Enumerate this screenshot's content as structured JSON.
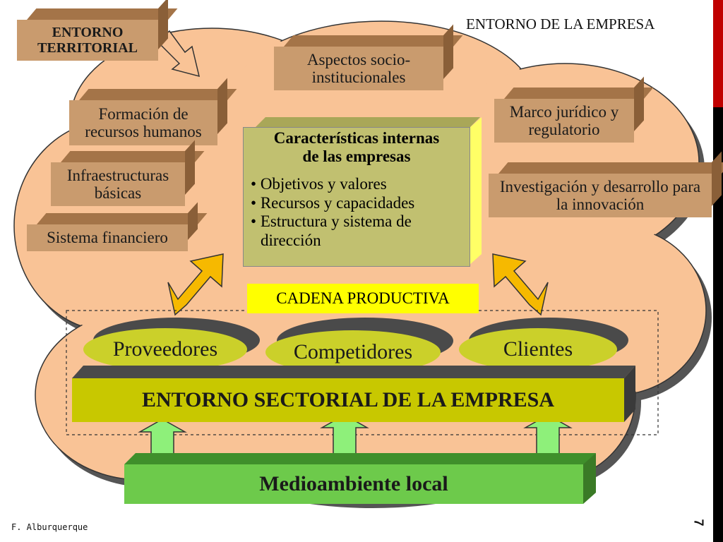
{
  "header": {
    "title": "ENTORNO DE LA EMPRESA"
  },
  "boxes": {
    "territorial": "ENTORNO TERRITORIAL",
    "aspectos": "Aspectos socio-institucionales",
    "formacion": "Formación de recursos humanos",
    "marco": "Marco jurídico y regulatorio",
    "infraestructuras": "Infraestructuras básicas",
    "investigacion": "Investigación y desarrollo para la innovación",
    "sistema": "Sistema financiero"
  },
  "center": {
    "title": "Características internas de las empresas",
    "bullets": [
      "Objetivos y valores",
      "Recursos y capacidades",
      "Estructura y sistema de dirección"
    ]
  },
  "cadena": "CADENA PRODUCTIVA",
  "ellipses": [
    "Proveedores",
    "Competidores",
    "Clientes"
  ],
  "sectorial": "ENTORNO SECTORIAL DE LA EMPRESA",
  "local": "Medioambiente local",
  "footer": {
    "author": "F. Alburquerque",
    "page": "7"
  },
  "colors": {
    "cloud": "#f9c396",
    "box": "#c99b6e",
    "center": "#c1c070",
    "cadena": "#ffff00",
    "sectorial": "#c8c800",
    "local": "#6dca4b",
    "arrow_orange": "#f6b900",
    "arrow_green": "#8ef07a",
    "accent_bar_red": "#c00000"
  }
}
